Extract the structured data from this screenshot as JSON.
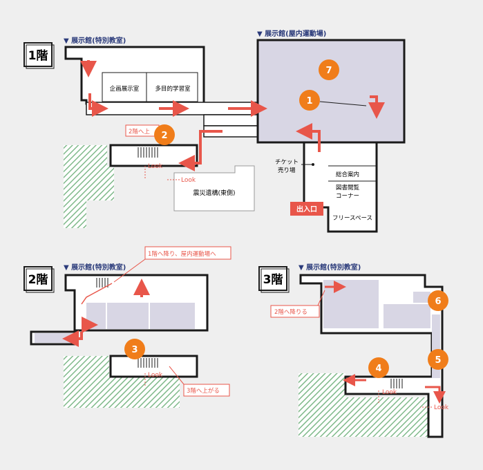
{
  "floors": {
    "f1": {
      "label": "1階",
      "hall_special": "▼ 展示館(特別教室)",
      "hall_gym": "▼ 展示館(屋内運動場)",
      "rooms": {
        "planning": "企画展示室",
        "multipurpose": "多目的学習室",
        "ticket_line1": "チケット",
        "ticket_line2": "売り場",
        "info": "総合案内",
        "library_line1": "図書閲覧",
        "library_line2": "コーナー",
        "free_space": "フリースペース",
        "ruins": "震災遺構(東側)"
      },
      "callout_up": "2階へ上",
      "entrance": "出入口",
      "look1": "Look",
      "look2": "Look"
    },
    "f2": {
      "label": "2階",
      "hall_special": "▼ 展示館(特別教室)",
      "callout_down": "1階へ降り、屋内運動場へ",
      "callout_up": "3階へ上がる",
      "look": "Look"
    },
    "f3": {
      "label": "3階",
      "hall_special": "▼ 展示館(特別教室)",
      "callout_down": "2階へ降りる",
      "look1": "Look",
      "look2": "Look"
    }
  },
  "markers": [
    "1",
    "2",
    "3",
    "4",
    "5",
    "6",
    "7"
  ],
  "colors": {
    "background": "#efefef",
    "room_fill": "#d8d6e4",
    "wall": "#1a1a1a",
    "arrow_red": "#e8564a",
    "marker_orange": "#f07d1a",
    "hatch_green": "#7fb98a",
    "text_red": "#e8564a",
    "hall_blue": "#2a3a7a"
  }
}
